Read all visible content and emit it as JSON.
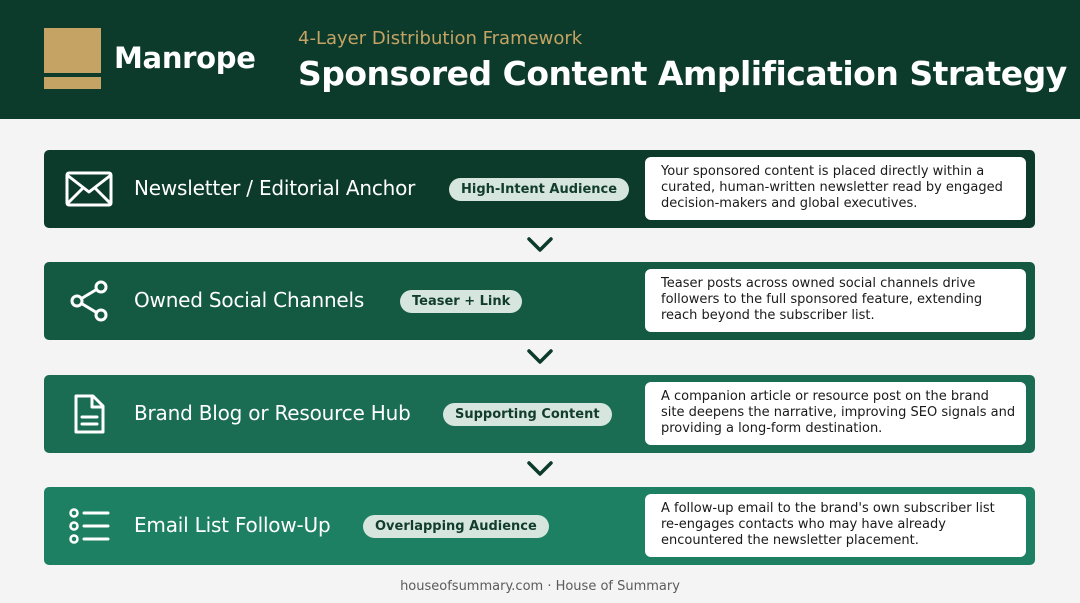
{
  "header": {
    "brand": "Manrope",
    "subtitle": "4-Layer Distribution Framework",
    "title": "Sponsored Content Amplification Strategy"
  },
  "layers": [
    {
      "title": "Newsletter / Editorial Anchor",
      "tag": "High-Intent Audience",
      "description": "Your sponsored content is placed directly within a curated, human-written newsletter read by engaged decision-makers and global executives.",
      "icon": "envelope-icon",
      "color": "#0d3b2b"
    },
    {
      "title": "Owned Social Channels",
      "tag": "Teaser + Link",
      "description": "Teaser posts across owned social channels drive followers to the full sponsored feature, extending reach beyond the subscriber list.",
      "icon": "share-icon",
      "color": "#145a42"
    },
    {
      "title": "Brand Blog or Resource Hub",
      "tag": "Supporting Content",
      "description": "A companion article or resource post on the brand site deepens the narrative, improving SEO signals and providing a long-form destination.",
      "icon": "document-icon",
      "color": "#1a6d52"
    },
    {
      "title": "Email List Follow-Up",
      "tag": "Overlapping Audience",
      "description": "A follow-up email to the brand's own subscriber list re-engages contacts who may have already encountered the newsletter placement.",
      "icon": "list-icon",
      "color": "#1e8063"
    }
  ],
  "footer": "houseofsummary.com · House of Summary"
}
